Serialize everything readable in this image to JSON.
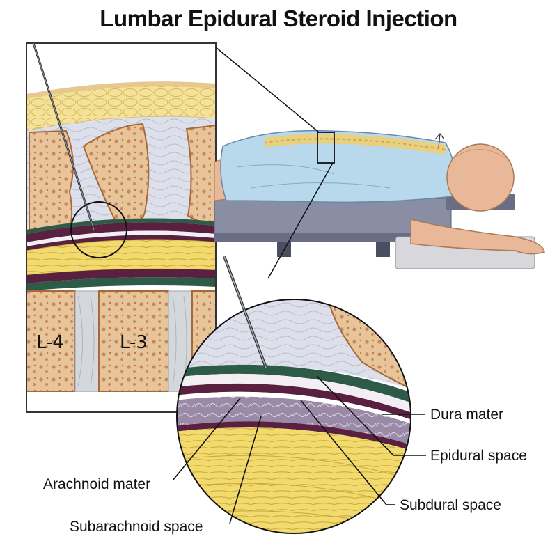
{
  "title": "Lumbar Epidural Steroid Injection",
  "vertebrae": {
    "left": "L-4",
    "right": "L-3"
  },
  "labels": {
    "dura_mater": "Dura mater",
    "epidural_space": "Epidural space",
    "subdural_space": "Subdural space",
    "arachnoid_mater": "Arachnoid mater",
    "subarachnoid_space": "Subarachnoid space"
  },
  "colors": {
    "fat_yellow": "#f4e29a",
    "bone": "#e8c49a",
    "bone_pores": "#c8895a",
    "disc": "#d4d8dc",
    "ligament": "#d8dce6",
    "epidural_fat": "#2e5a48",
    "dura": "#5a2040",
    "cord": "#f2da6e",
    "gown": "#b8d8ec",
    "skin": "#e8b898",
    "table": "#8a8ea4"
  }
}
